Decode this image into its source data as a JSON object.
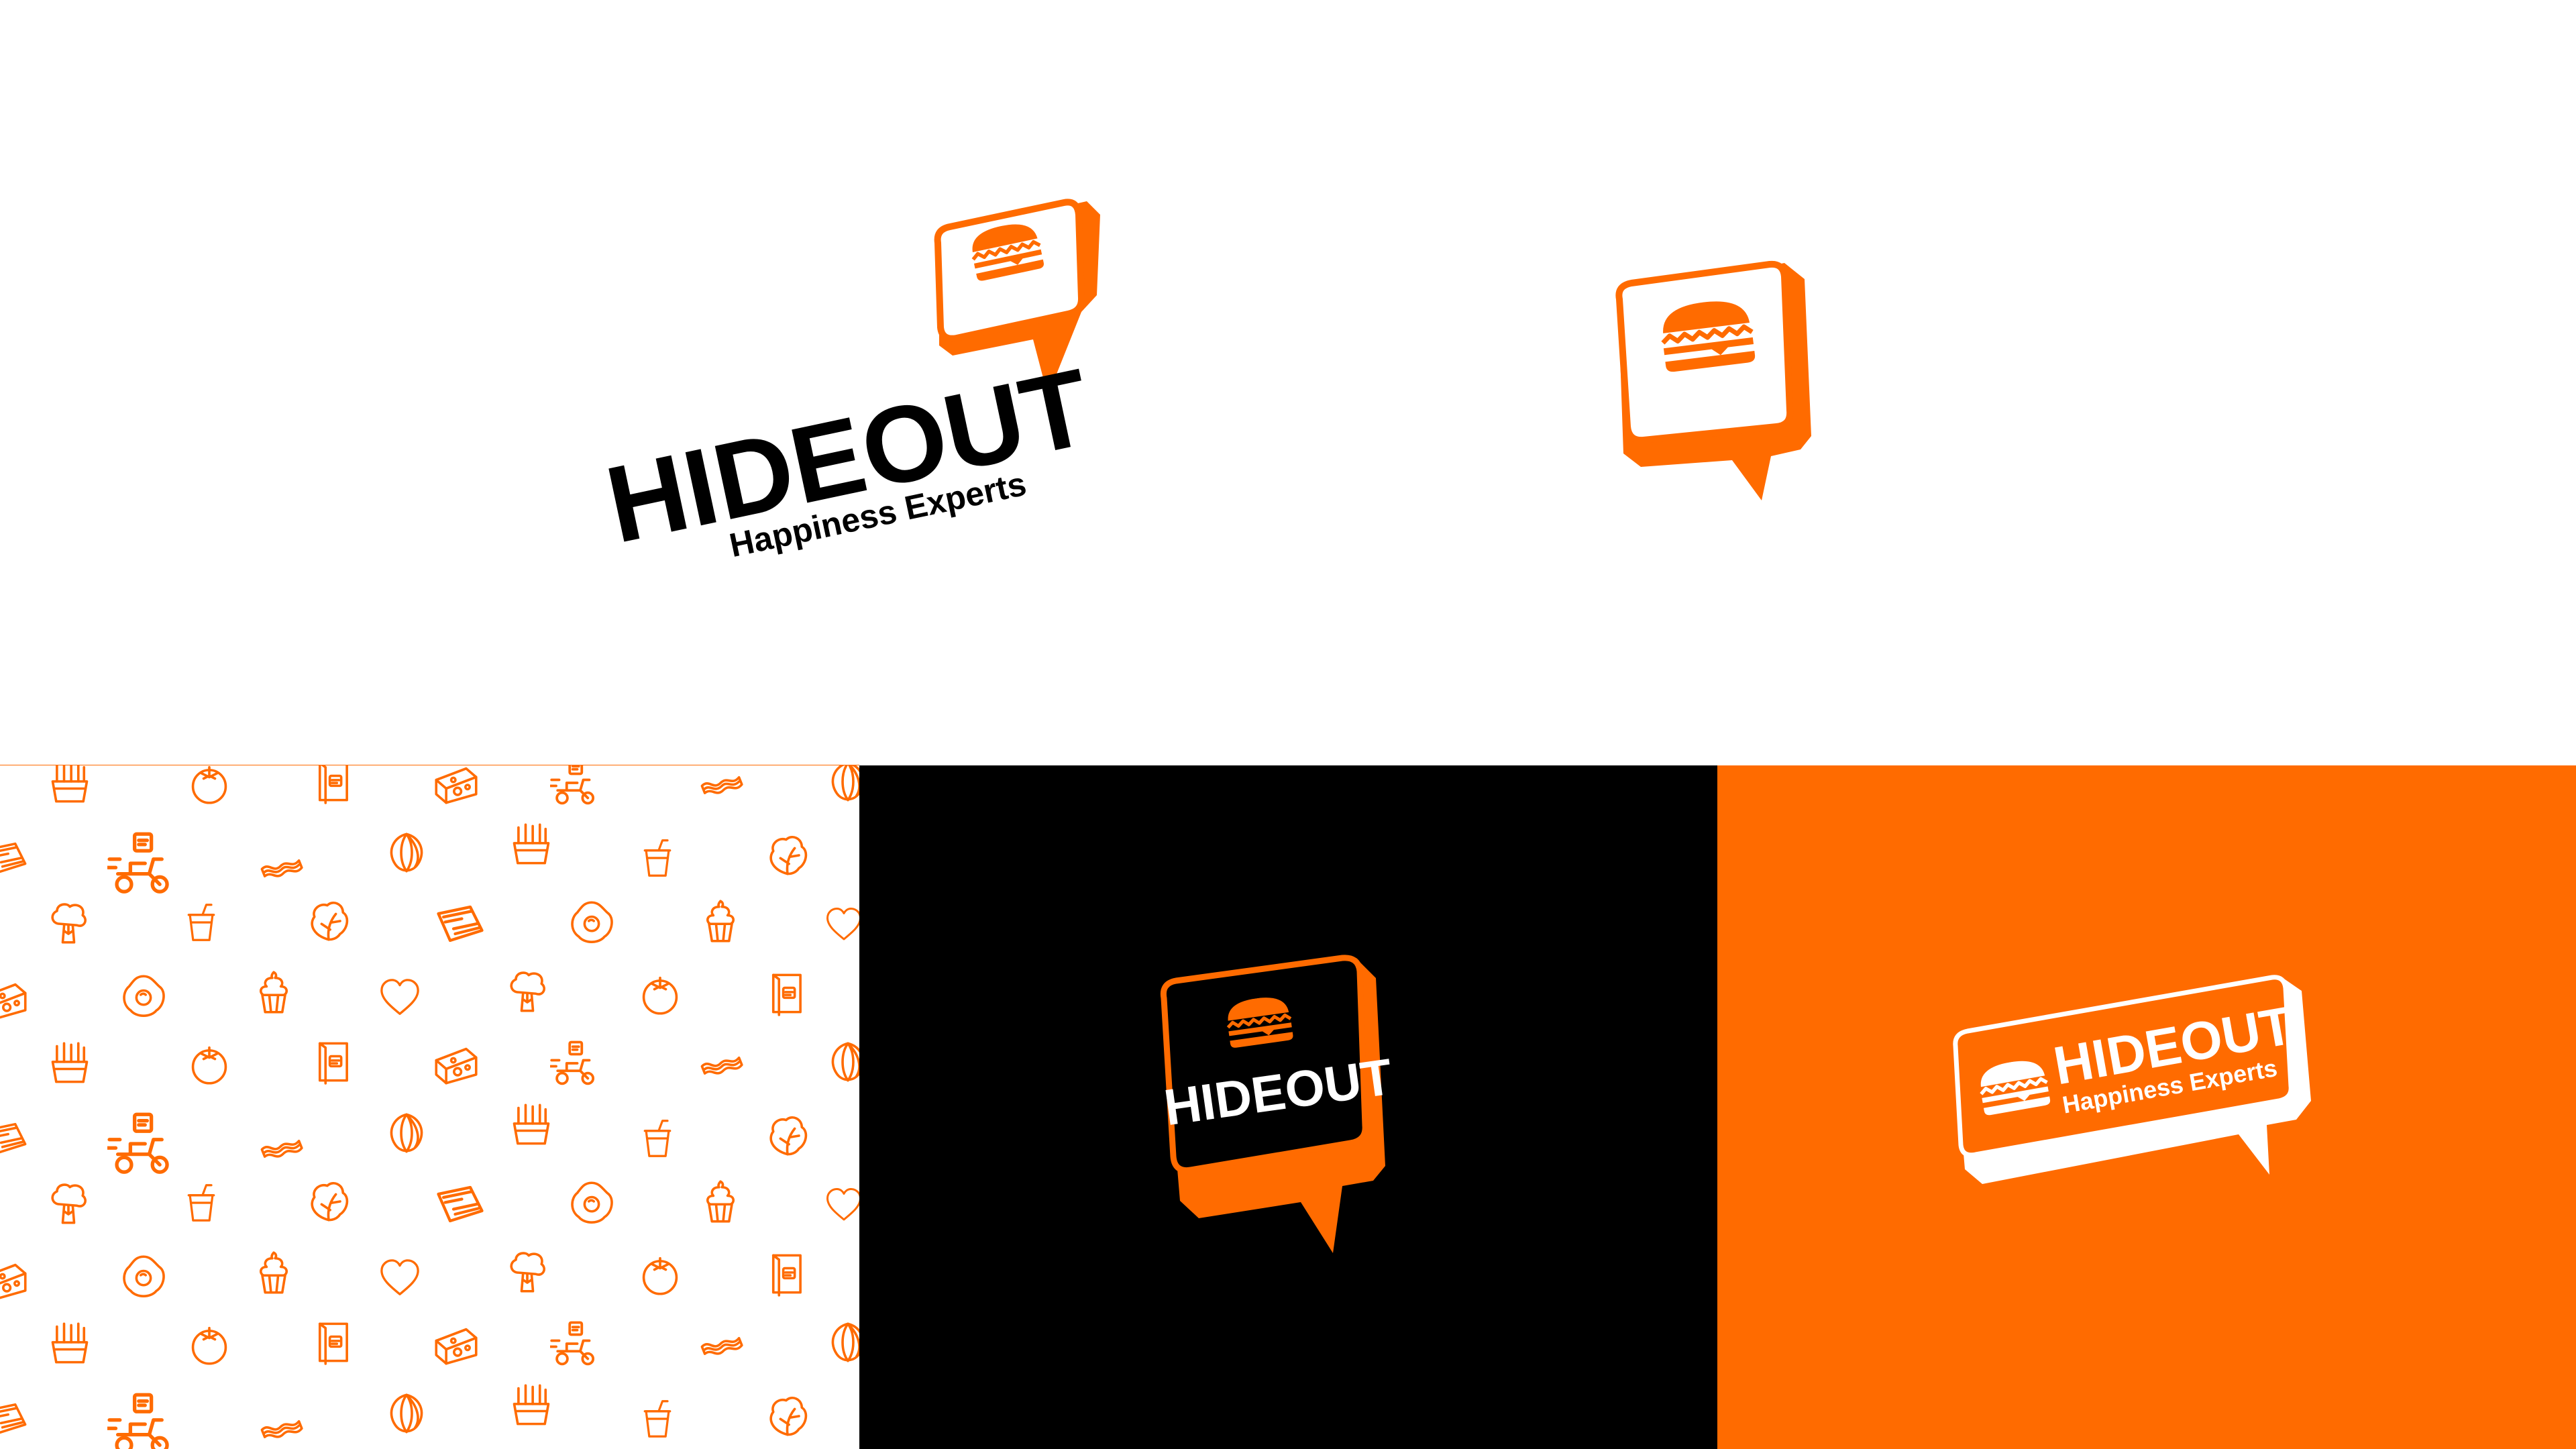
{
  "brand": {
    "name": "HIDEOUT",
    "tagline": "Happiness Experts"
  },
  "colors": {
    "orange": "#ff6b00",
    "black": "#000000",
    "white": "#ffffff"
  },
  "panels": [
    {
      "name": "primary-logo",
      "background": "white"
    },
    {
      "name": "logo-mark",
      "background": "white"
    },
    {
      "name": "icon-pattern",
      "background": "white"
    },
    {
      "name": "badge-logo-on-black",
      "background": "black"
    },
    {
      "name": "horizontal-logo-on-orange",
      "background": "orange"
    }
  ],
  "pattern_icons": [
    "fries-icon",
    "tomato-icon",
    "menu-icon",
    "cheese-icon",
    "delivery-scooter-icon",
    "bacon-icon",
    "onion-icon",
    "burger-wrap-icon",
    "lettuce-icon",
    "drink-cup-icon",
    "broccoli-icon",
    "fried-egg-icon",
    "cupcake-icon",
    "heart-icon"
  ]
}
